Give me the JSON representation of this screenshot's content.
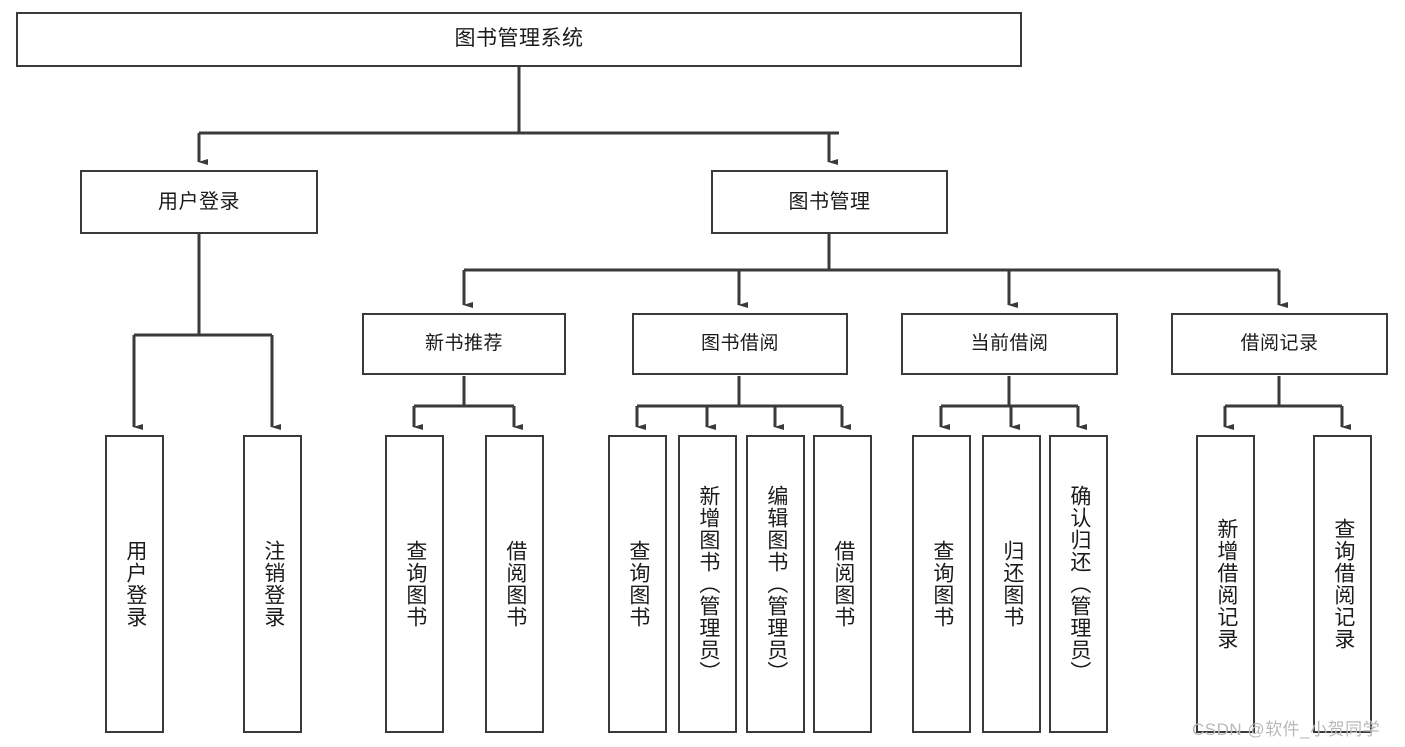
{
  "diagram": {
    "type": "tree",
    "title_node": "图书管理系统",
    "watermark": "CSDN @软件_小贺同学",
    "colors": {
      "stroke": "#3a3a3a",
      "box_fill": "#ffffff",
      "text": "#1b1b1b",
      "watermark": "#b9b9b9",
      "background": "#ffffff"
    },
    "nodes": {
      "root": {
        "label": "图书管理系统"
      },
      "level1": [
        {
          "label": "用户登录"
        },
        {
          "label": "图书管理"
        }
      ],
      "level2": [
        {
          "label": "新书推荐"
        },
        {
          "label": "图书借阅"
        },
        {
          "label": "当前借阅"
        },
        {
          "label": "借阅记录"
        }
      ],
      "leaves": {
        "user_login": [
          {
            "label": "用户登录"
          },
          {
            "label": "注销登录"
          }
        ],
        "new_book_recommend": [
          {
            "label": "查询图书"
          },
          {
            "label": "借阅图书"
          }
        ],
        "book_borrow": [
          {
            "label": "查询图书"
          },
          {
            "label": "新增图书（管理员）"
          },
          {
            "label": "编辑图书（管理员）"
          },
          {
            "label": "借阅图书"
          }
        ],
        "current_borrow": [
          {
            "label": "查询图书"
          },
          {
            "label": "归还图书"
          },
          {
            "label": "确认归还（管理员）"
          }
        ],
        "borrow_record": [
          {
            "label": "新增借阅记录"
          },
          {
            "label": "查询借阅记录"
          }
        ]
      }
    }
  }
}
